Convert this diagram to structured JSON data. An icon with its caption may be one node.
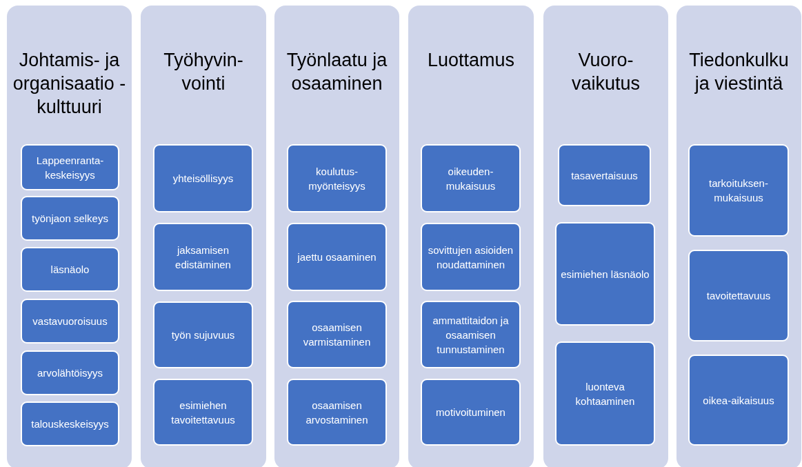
{
  "diagram": {
    "nodes": [
      {
        "text": [
          "Johtamis- ja organisaatio -kulttuuri"
        ]
      },
      {
        "text": [
          "Lappeenranta-keskeisyys"
        ],
        "in": 0
      },
      {
        "text": [
          "työnjaon selkeys"
        ],
        "in": 0
      },
      {
        "text": [
          "läsnäolo"
        ],
        "in": 0
      },
      {
        "text": [
          "vastavuoroisuus"
        ],
        "in": 0
      },
      {
        "text": [
          "arvolähtöisyys"
        ],
        "in": 0
      },
      {
        "text": [
          "talouskeskeisyys"
        ],
        "in": 0
      },
      {
        "text": [
          "Työhyvin-vointi"
        ]
      },
      {
        "text": [
          "yhteisöllisyys"
        ],
        "in": 7
      },
      {
        "text": [
          "jaksamisen edistäminen"
        ],
        "in": 7
      },
      {
        "text": [
          "työn sujuvuus"
        ],
        "in": 7
      },
      {
        "text": [
          "esimiehen tavoitettavuus"
        ],
        "in": 7
      },
      {
        "text": [
          "Työnlaatu ja osaaminen"
        ]
      },
      {
        "text": [
          "koulutus-myönteisyys"
        ],
        "in": 12
      },
      {
        "text": [
          "jaettu osaaminen"
        ],
        "in": 12
      },
      {
        "text": [
          "osaamisen varmistaminen"
        ],
        "in": 12
      },
      {
        "text": [
          "osaamisen arvostaminen"
        ],
        "in": 12
      },
      {
        "text": [
          "Luottamus"
        ]
      },
      {
        "text": [
          "oikeuden-mukaisuus"
        ],
        "in": 17
      },
      {
        "text": [
          "sovittujen asioiden noudattaminen"
        ],
        "in": 17
      },
      {
        "text": [
          "ammattitaidon ja osaamisen tunnustaminen"
        ],
        "in": 17
      },
      {
        "text": [
          "motivoituminen"
        ],
        "in": 17
      },
      {
        "text": [
          "Vuoro-vaikutus"
        ]
      },
      {
        "text": [
          "tasavertaisuus"
        ],
        "in": 22
      },
      {
        "text": [
          "esimiehen läsnäolo"
        ],
        "in": 22
      },
      {
        "text": [
          "luonteva kohtaaminen"
        ],
        "in": 22
      },
      {
        "text": [
          "Tiedonkulku ja viestintä"
        ]
      },
      {
        "text": [
          "tarkoituksen-mukaisuus"
        ],
        "in": 26
      },
      {
        "text": [
          "tavoitettavuus"
        ],
        "in": 26
      },
      {
        "text": [
          "oikea-aikaisuus"
        ],
        "in": 26
      }
    ]
  }
}
